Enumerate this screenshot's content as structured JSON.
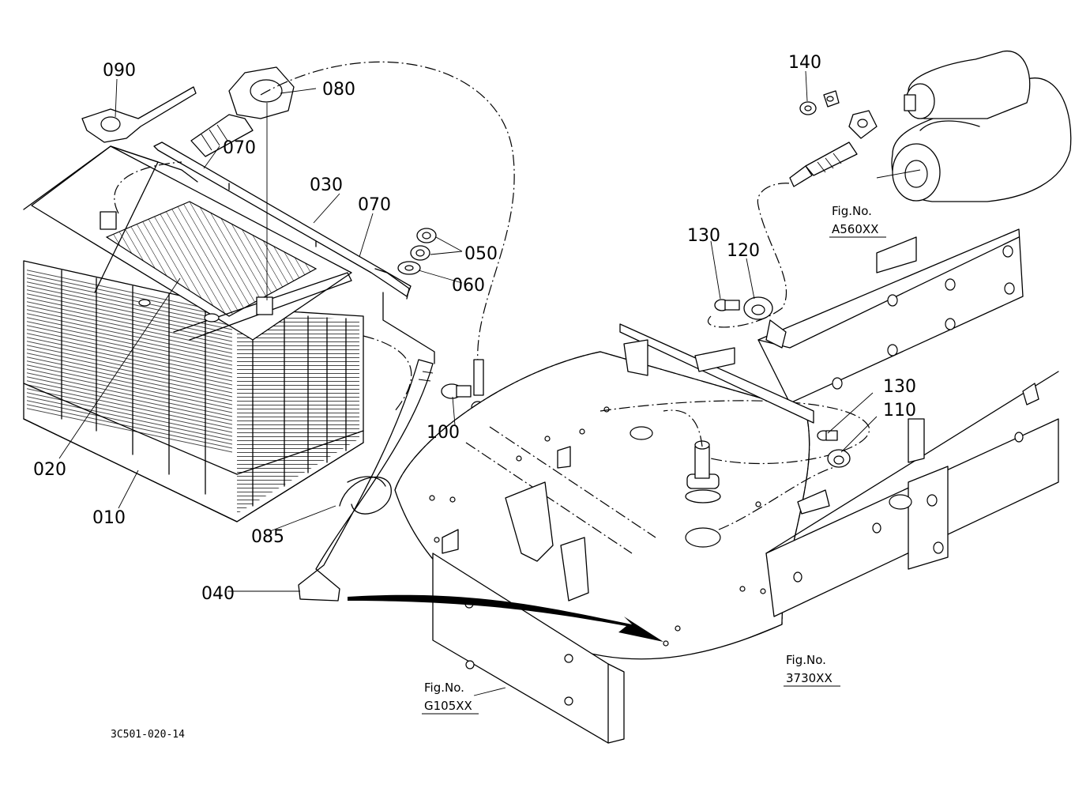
{
  "part_labels": {
    "p010": "010",
    "p020": "020",
    "p030": "030",
    "p040": "040",
    "p050": "050",
    "p060": "060",
    "p070a": "070",
    "p070b": "070",
    "p080": "080",
    "p085": "085",
    "p090": "090",
    "p100": "100",
    "p110": "110",
    "p120": "120",
    "p130a": "130",
    "p130b": "130",
    "p140": "140"
  },
  "figure_refs": {
    "starter": {
      "label": "Fig.No.",
      "code": "A560XX"
    },
    "frame": {
      "label": "Fig.No.",
      "code": "3730XX"
    },
    "bracket": {
      "label": "Fig.No.",
      "code": "G105XX"
    }
  },
  "drawing_code": "3C501-020-14"
}
